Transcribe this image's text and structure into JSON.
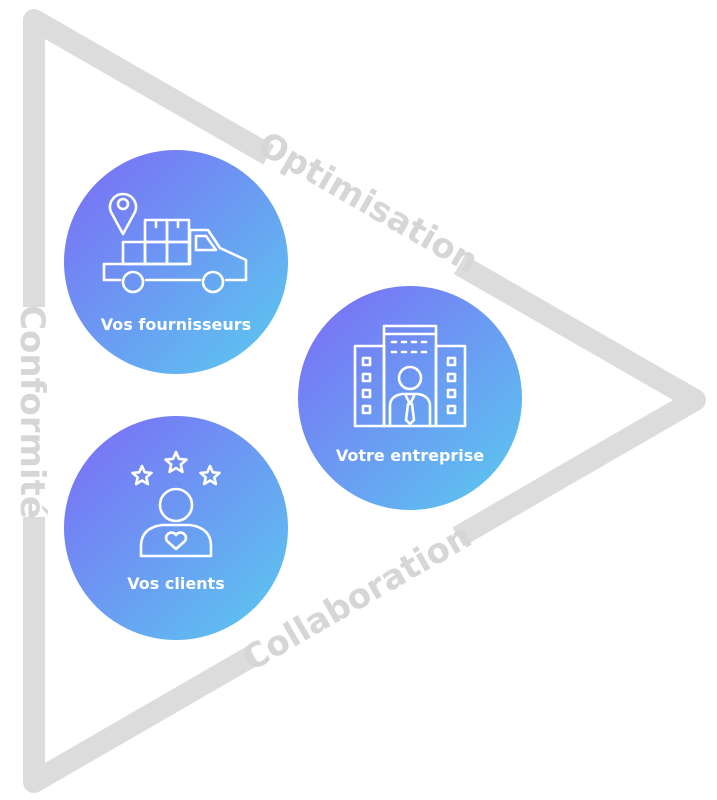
{
  "colors": {
    "triangle": "#dcdcdc",
    "side_label": "#d6d6d6",
    "gradient_start": "#7b6cf6",
    "gradient_end": "#5cc9f0",
    "icon": "#ffffff"
  },
  "sides": {
    "top": "Optimisation",
    "left": "Conformité",
    "bottom": "Collaboration"
  },
  "nodes": {
    "suppliers": {
      "label": "Vos fournisseurs",
      "icon": "delivery-truck-icon"
    },
    "company": {
      "label": "Votre entreprise",
      "icon": "office-building-icon"
    },
    "clients": {
      "label": "Vos clients",
      "icon": "customer-rating-icon"
    }
  }
}
